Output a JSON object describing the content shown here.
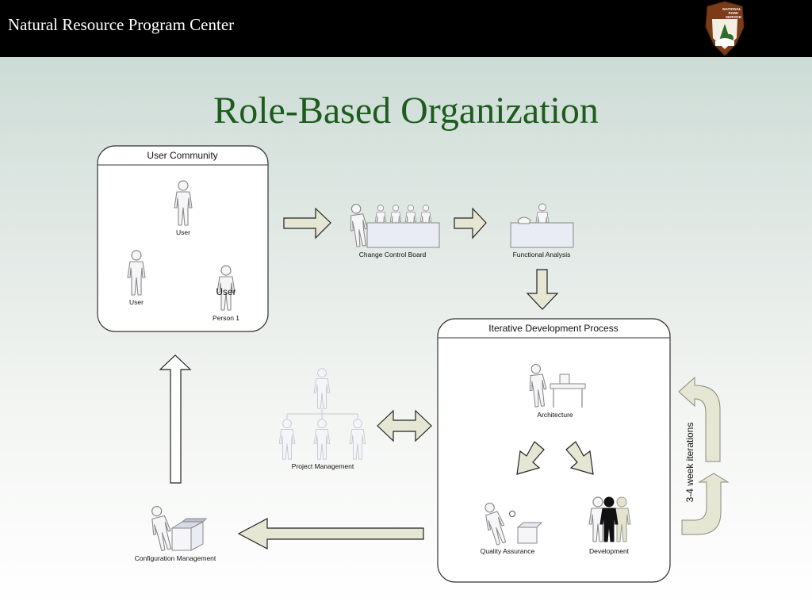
{
  "header": {
    "title": "Natural Resource Program Center",
    "logo_text": [
      "NATIONAL",
      "PARK",
      "SERVICE"
    ]
  },
  "slide": {
    "title": "Role-Based Organization"
  },
  "diagram": {
    "user_community": {
      "title": "User Community",
      "users": [
        "User",
        "User",
        "Person 1"
      ],
      "overlay_text": "User"
    },
    "change_control_board": "Change Control Board",
    "functional_analysis": "Functional Analysis",
    "iterative_process": {
      "title": "Iterative Development Process",
      "architecture": "Architecture",
      "quality_assurance": "Quality Assurance",
      "development": "Development"
    },
    "iteration_label": "3-4 week iterations",
    "project_management": "Project Management",
    "configuration_management": "Configuration Management"
  },
  "colors": {
    "header_bg": "#000000",
    "title_green": "#1d5c1d",
    "arrow_fill": "#e6e6d4",
    "figure_fill": "#f6f6f8",
    "figure_stroke": "#888888"
  }
}
